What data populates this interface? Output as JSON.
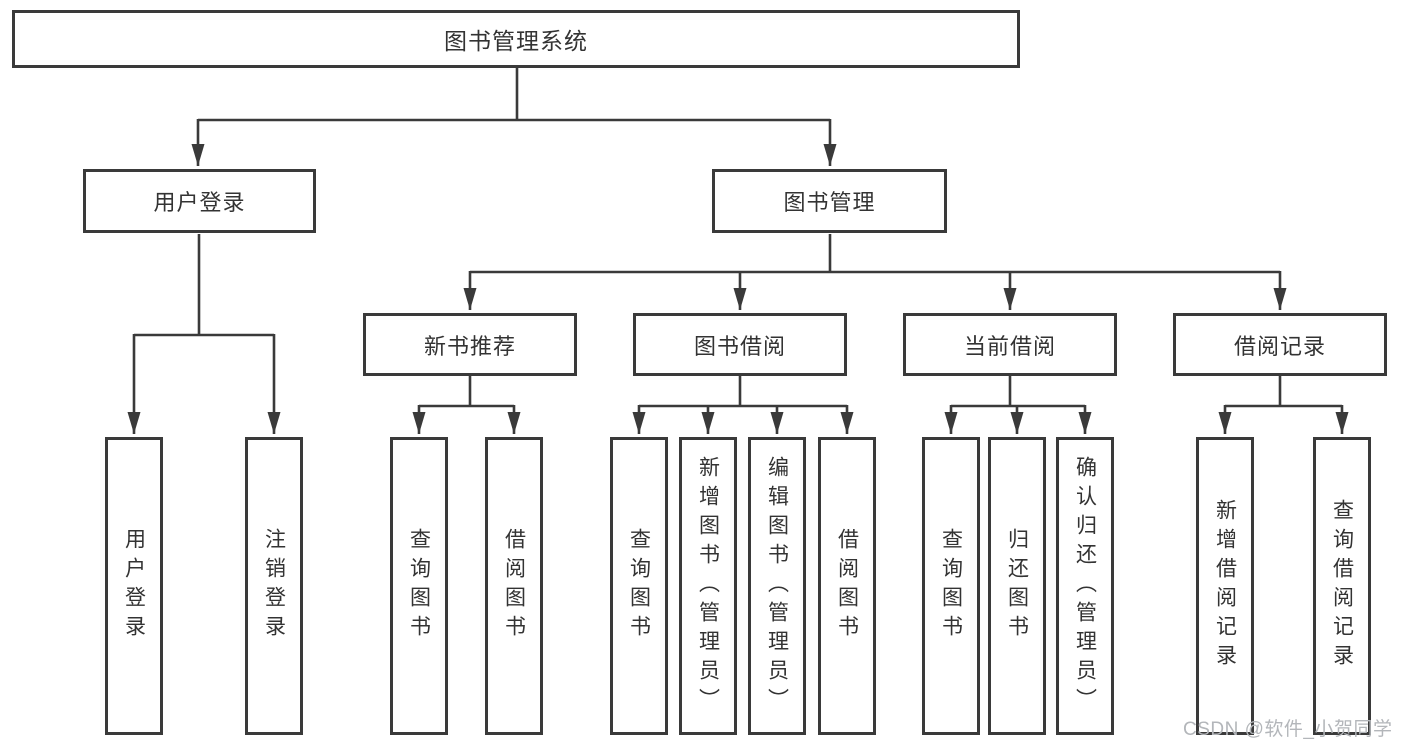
{
  "diagram": {
    "root": {
      "label": "图书管理系统"
    },
    "user_login": {
      "label": "用户登录",
      "children": [
        {
          "label": "用户登录"
        },
        {
          "label": "注销登录"
        }
      ]
    },
    "book_mgmt": {
      "label": "图书管理",
      "children": [
        {
          "label": "新书推荐",
          "children": [
            {
              "label": "查询图书"
            },
            {
              "label": "借阅图书"
            }
          ]
        },
        {
          "label": "图书借阅",
          "children": [
            {
              "label": "查询图书"
            },
            {
              "label": "新增图书（管理员）"
            },
            {
              "label": "编辑图书（管理员）"
            },
            {
              "label": "借阅图书"
            }
          ]
        },
        {
          "label": "当前借阅",
          "children": [
            {
              "label": "查询图书"
            },
            {
              "label": "归还图书"
            },
            {
              "label": "确认归还（管理员）"
            }
          ]
        },
        {
          "label": "借阅记录",
          "children": [
            {
              "label": "新增借阅记录"
            },
            {
              "label": "查询借阅记录"
            }
          ]
        }
      ]
    }
  },
  "watermark": "CSDN @软件_小贺同学",
  "colors": {
    "line": "#3a3a3a",
    "box_border": "#3a3a3a",
    "text": "#333333",
    "watermark_text": "#b3b6ba",
    "background": "#ffffff"
  }
}
